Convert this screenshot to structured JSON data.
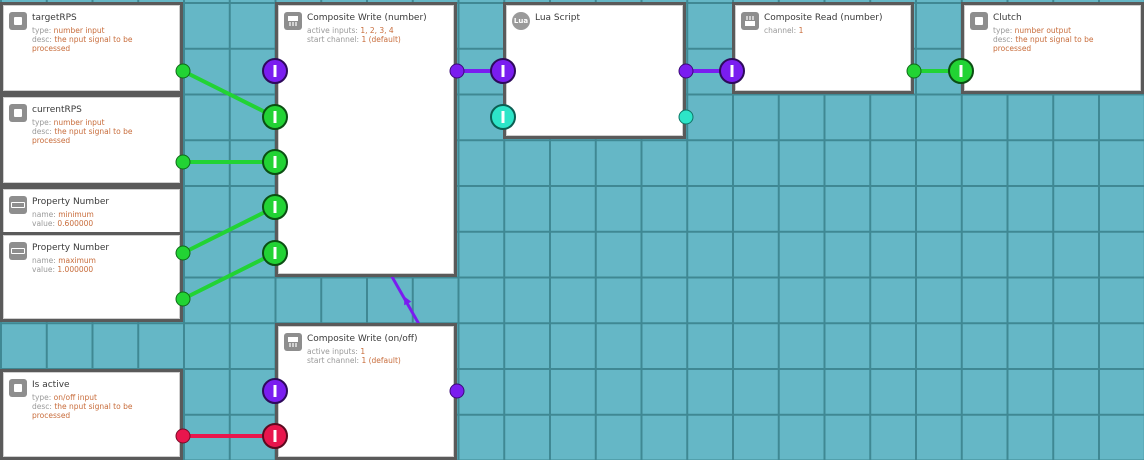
{
  "colors": {
    "number_wire": "#22d334",
    "composite_wire": "#7a1df0",
    "onoff_wire": "#e8164d",
    "video_port": "#2de5c8",
    "grid_bg": "#65b7c6",
    "grid_line": "#3f8893"
  },
  "nodes": {
    "target_rps": {
      "title": "targetRPS",
      "type_key": "type:",
      "type_val": "number input",
      "desc_key": "desc:",
      "desc_val": "the  nput signal to be processed"
    },
    "current_rps": {
      "title": "currentRPS",
      "type_key": "type:",
      "type_val": "number input",
      "desc_key": "desc:",
      "desc_val": "the  nput signal to be processed"
    },
    "prop_min": {
      "title": "Property Number",
      "name_key": "name:",
      "name_val": "minimum",
      "value_key": "value:",
      "value_val": "0.600000"
    },
    "prop_max": {
      "title": "Property Number",
      "name_key": "name:",
      "name_val": "maximum",
      "value_key": "value:",
      "value_val": "1.000000"
    },
    "is_active": {
      "title": "Is active",
      "type_key": "type:",
      "type_val": "on/off input",
      "desc_key": "desc:",
      "desc_val": "the  nput signal to be processed"
    },
    "composite_write_number": {
      "title": "Composite Write (number)",
      "inputs_key": "active inputs:",
      "inputs_val": "1, 2, 3, 4",
      "channel_key": "start channel:",
      "channel_val": "1 (default)"
    },
    "composite_write_onoff": {
      "title": "Composite Write (on/off)",
      "inputs_key": "active inputs:",
      "inputs_val": "1",
      "channel_key": "start channel:",
      "channel_val": "1 (default)"
    },
    "lua_script": {
      "title": "Lua Script",
      "icon_text": "Lua"
    },
    "composite_read": {
      "title": "Composite Read (number)",
      "channel_key": "channel:",
      "channel_val": "1"
    },
    "clutch": {
      "title": "Clutch",
      "type_key": "type:",
      "type_val": "number output",
      "desc_key": "desc:",
      "desc_val": "the  nput signal to be processed"
    }
  },
  "icons": {
    "input_node": "square-icon",
    "property_node": "slider-icon",
    "composite_node": "composite-chip-icon",
    "lua_node": "lua-icon"
  }
}
